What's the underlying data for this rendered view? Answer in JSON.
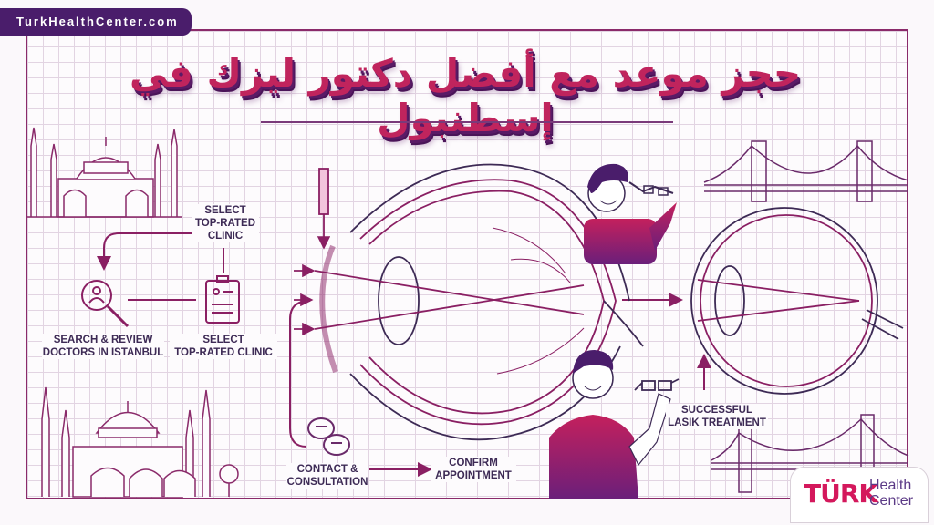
{
  "brand": {
    "site": "TurkHealthCenter.com"
  },
  "header": {
    "title": "حجز موعد مع أفضل دكتور ليزك في إسطنبول"
  },
  "steps": {
    "select_top": "SELECT\nTOP-RATED\nCLINIC",
    "search_review": "SEARCH & REVIEW\nDOCTORS IN ISTANBUL",
    "select_clinic": "SELECT\nTOP-RATED CLINIC",
    "contact": "CONTACT &\nCONSULTATION",
    "confirm": "CONFIRM\nAPPOINTMENT",
    "success": "SUCCESSFUL\nLASIK TREATMENT"
  },
  "logo": {
    "turk": "TÜRK",
    "health": "Health",
    "center": "Center"
  },
  "colors": {
    "accent": "#c0245d",
    "deep_purple": "#4a1d6b",
    "line": "#8a2a6a",
    "text": "#3d2a55"
  }
}
